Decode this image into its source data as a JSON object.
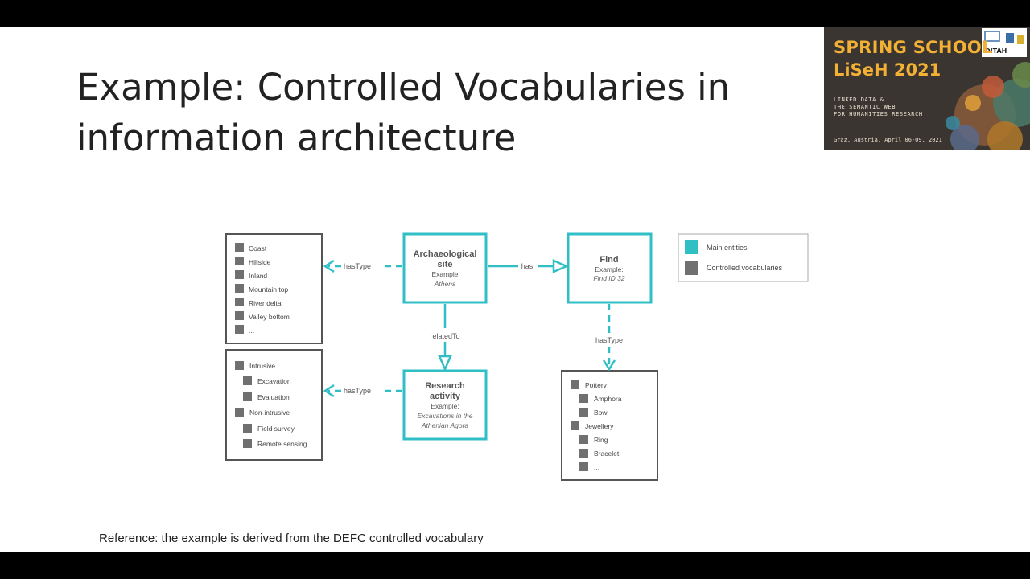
{
  "title": {
    "line1": "Example: Controlled Vocabularies in",
    "line2": "information architecture"
  },
  "banner": {
    "line1": "SPRING SCHOOL",
    "line2": "LiSeH 2021",
    "sub1": "LINKED DATA &",
    "sub2": "THE SEMANTIC WEB",
    "sub3": "FOR HUMANITIES RESEARCH",
    "date": "Graz, Austria, April 06-09, 2021",
    "logo_text": "DITAH"
  },
  "colors": {
    "main_entity": "#2fbfc4",
    "vocabulary": "#707070",
    "banner_accent": "#f2b134"
  },
  "diagram": {
    "entities": {
      "site": {
        "title_line1": "Archaeological",
        "title_line2": "site",
        "example_label": "Example",
        "example_value": "Athens"
      },
      "find": {
        "title": "Find",
        "example_label": "Example:",
        "example_value": "Find ID 32"
      },
      "research": {
        "title_line1": "Research",
        "title_line2": "activity",
        "example_label": "Example:",
        "example_value_line1": "Excavations in the",
        "example_value_line2": "Athenian Agora"
      }
    },
    "relations": {
      "site_type": "hasType",
      "research_type": "hasType",
      "site_find": "has",
      "site_research": "relatedTo",
      "find_type": "hasType"
    },
    "vocab_location": [
      "Coast",
      "Hillside",
      "Inland",
      "Mountain top",
      "River delta",
      "Valley bottom",
      "..."
    ],
    "vocab_activity": [
      "Intrusive",
      "Excavation",
      "Evaluation",
      "Non-intrusive",
      "Field survey",
      "Remote sensing"
    ],
    "vocab_find": [
      "Pottery",
      "Amphora",
      "Bowl",
      "Jewellery",
      "Ring",
      "Bracelet",
      "..."
    ],
    "legend": {
      "main": "Main entities",
      "vocab": "Controlled vocabularies"
    }
  },
  "reference": "Reference: the example is derived from the DEFC controlled vocabulary"
}
